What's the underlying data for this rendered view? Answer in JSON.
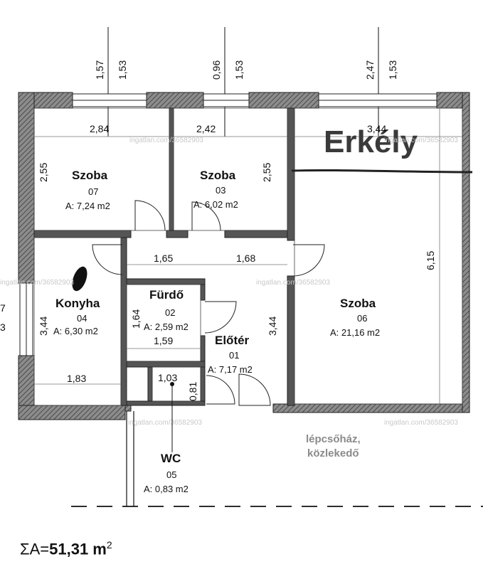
{
  "overlay_label": "Erkély",
  "outside_label": [
    "lépcsőház,",
    "közlekedő"
  ],
  "rooms": [
    {
      "name": "Szoba",
      "number": "07",
      "area": "A: 7,24 m2"
    },
    {
      "name": "Szoba",
      "number": "03",
      "area": "A: 6,02 m2"
    },
    {
      "name": "Szoba",
      "number": "06",
      "area": "A: 21,16 m2"
    },
    {
      "name": "Konyha",
      "number": "04",
      "area": "A: 6,30 m2"
    },
    {
      "name": "Fürdő",
      "number": "02",
      "area": "A: 2,59 m2"
    },
    {
      "name": "Előtér",
      "number": "01",
      "area": "A: 7,17 m2"
    },
    {
      "name": "WC",
      "number": "05",
      "area": "A: 0,83 m2"
    }
  ],
  "dims": {
    "w1_a": "1,57",
    "w1_b": "1,53",
    "w2_a": "0,96",
    "w2_b": "1,53",
    "w3_a": "2,47",
    "w3_b": "1,53",
    "left_a": "7",
    "left_b": "3",
    "r07_w": "2,84",
    "r07_h": "2,55",
    "r03_w": "2,42",
    "r03_h": "2,55",
    "r06_w": "3,44",
    "r06_h": "6,15",
    "hall_1": "1,65",
    "hall_2": "1,68",
    "r04_h": "3,44",
    "r04_w": "1,83",
    "r02_h": "1,64",
    "r02_w": "1,59",
    "r01_h": "3,44",
    "wc_w": "1,03",
    "wc_h": "0,81"
  },
  "watermark": "ingatlan.com/36582903",
  "total": {
    "prefix": "ΣA=",
    "value": "51,31 m",
    "unit_sup": "2"
  }
}
